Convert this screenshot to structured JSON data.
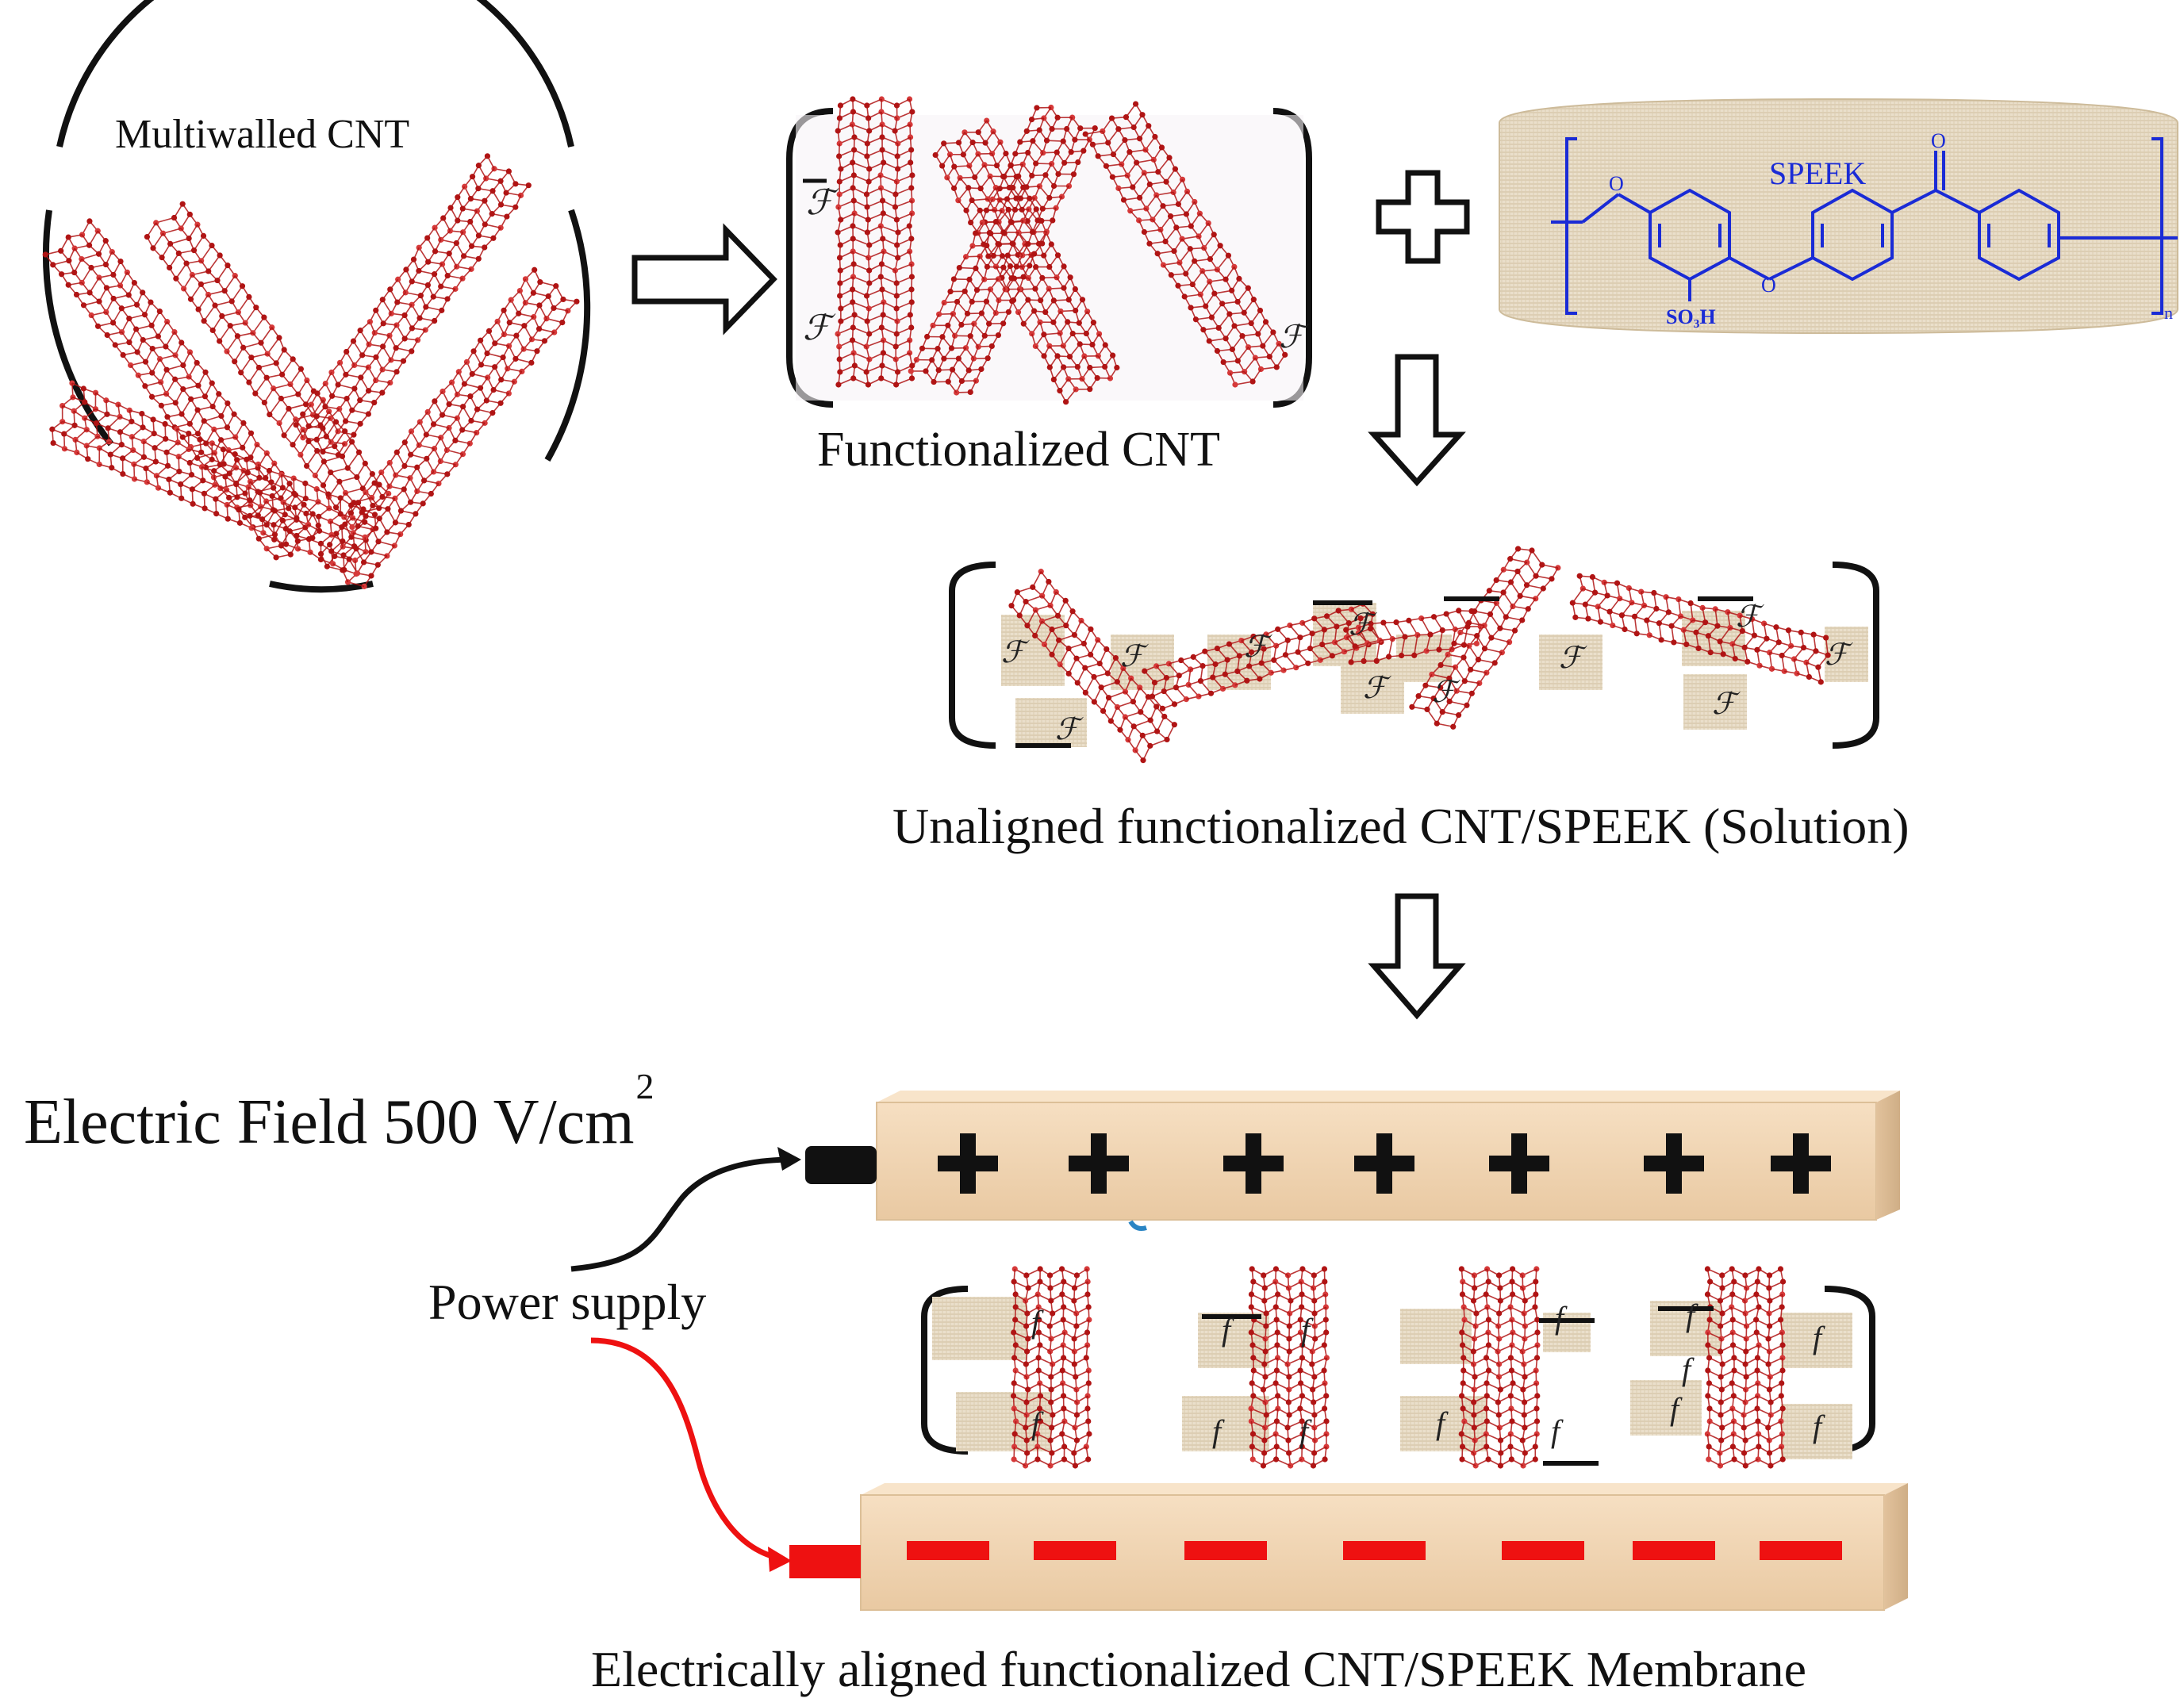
{
  "labels": {
    "multiwalled_cnt": "Multiwalled CNT",
    "functionalized_cnt": "Functionalized CNT",
    "speek": "SPEEK",
    "so3h": "SO₃H",
    "oxygen": "O",
    "repeat_n": "n",
    "unaligned": "Unaligned functionalized CNT/SPEEK (Solution)",
    "electric_field": "Electric Field 500 V/cm",
    "electric_field_sup": "2",
    "power_supply": "Power supply",
    "membrane": "Electrically aligned functionalized CNT/SPEEK Membrane",
    "f_symbol": "ℱ",
    "f_small": "f",
    "plus_sign": "+",
    "minus_sign": "–"
  },
  "colors": {
    "cnt": "#b01414",
    "cnt_light": "#d63a3a",
    "speek_structure": "#1a2bd6",
    "electrode": "#f0d2b0",
    "plus": "#111111",
    "minus": "#ee1111",
    "wire_positive": "#111111",
    "wire_negative": "#ee1111",
    "burlap": "#e8dcc8"
  }
}
